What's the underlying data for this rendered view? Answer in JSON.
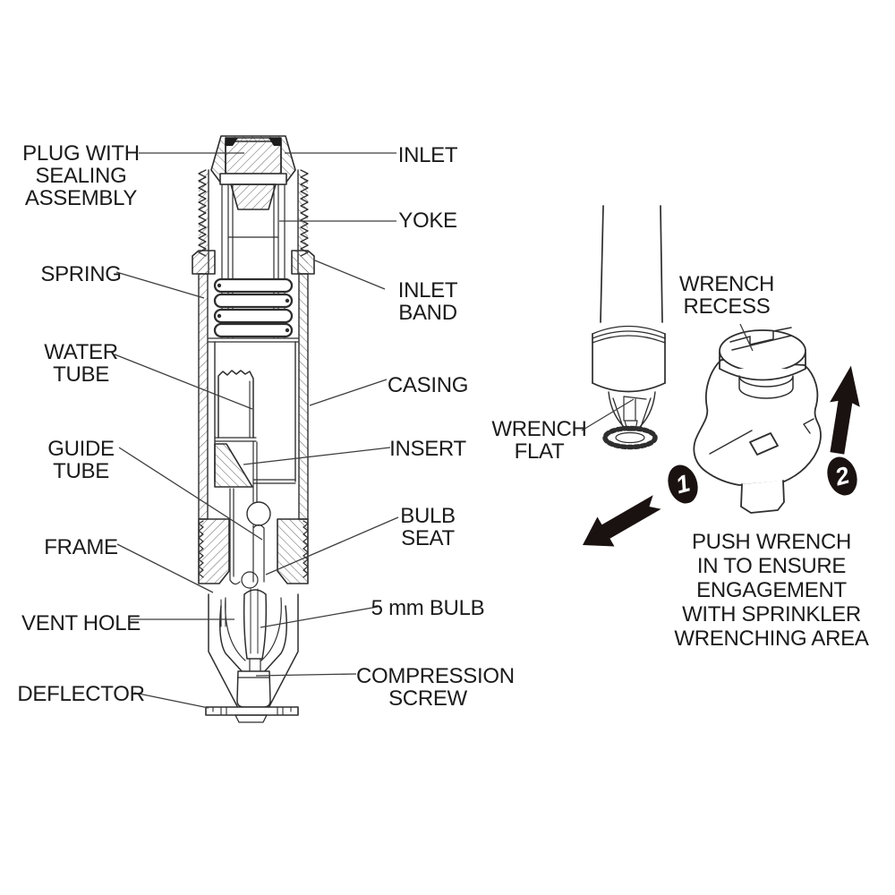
{
  "colors": {
    "background": "#ffffff",
    "ink": "#2e2e2e",
    "hatch": "#6e6e6e",
    "leader": "#3d3d3d",
    "text": "#1b1b1b",
    "solid_black": "#1a1210"
  },
  "cross_section_labels": {
    "plug": "PLUG WITH\nSEALING\nASSEMBLY",
    "spring": "SPRING",
    "water_tube": "WATER\nTUBE",
    "guide_tube": "GUIDE\nTUBE",
    "frame": "FRAME",
    "vent_hole": "VENT HOLE",
    "deflector": "DEFLECTOR",
    "inlet": "INLET",
    "yoke": "YOKE",
    "inlet_band": "INLET\nBAND",
    "casing": "CASING",
    "insert": "INSERT",
    "bulb_seat": "BULB\nSEAT",
    "bulb": "5 mm BULB",
    "compression_screw": "COMPRESSION\nSCREW"
  },
  "wrench_diagram": {
    "wrench_recess": "WRENCH\nRECESS",
    "wrench_flat": "WRENCH\nFLAT",
    "step_1": "1",
    "step_2": "2",
    "instruction": "PUSH WRENCH\nIN TO ENSURE\nENGAGEMENT\nWITH SPRINKLER\nWRENCHING AREA"
  }
}
